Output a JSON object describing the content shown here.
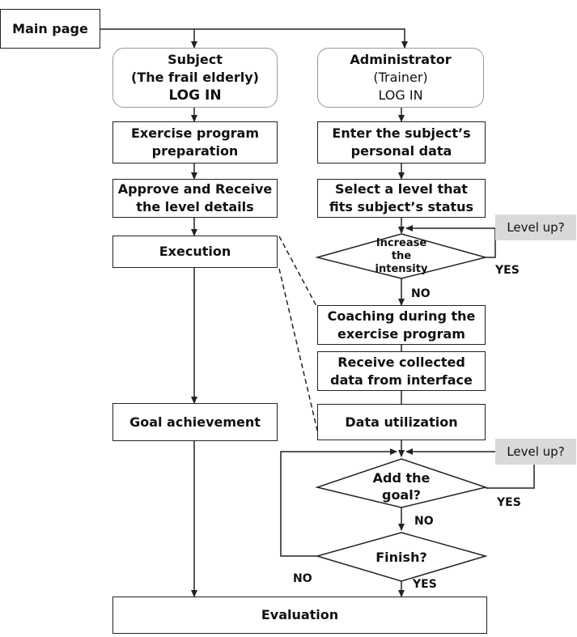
{
  "main_page": "Main page",
  "subject": {
    "line1": "Subject",
    "line2": "(The frail elderly)",
    "line3": "LOG IN"
  },
  "admin": {
    "line1": "Administrator",
    "line2": "(Trainer)",
    "line3": "LOG IN"
  },
  "left_steps": {
    "prep": [
      "Exercise program",
      "preparation"
    ],
    "approve": [
      "Approve and Receive",
      "the level details"
    ],
    "execution": "Execution",
    "goal": "Goal achievement"
  },
  "right_steps": {
    "enter": [
      "Enter the subject’s",
      "personal data"
    ],
    "select": [
      "Select a level that",
      "fits subject’s status"
    ],
    "coaching": [
      "Coaching during the",
      "exercise program"
    ],
    "receive": [
      "Receive collected",
      "data from interface"
    ],
    "data_util": "Data utilization"
  },
  "decisions": {
    "increase": [
      "Increase",
      "the",
      "intensity"
    ],
    "add_goal": [
      "Add the",
      "goal?"
    ],
    "finish": "Finish?"
  },
  "level_up_1": "Level up?",
  "level_up_2": "Level up?",
  "labels": {
    "yes_1": "YES",
    "no_1": "NO",
    "yes_2": "YES",
    "no_2": "NO",
    "no_3": "NO",
    "yes_3": "YES"
  },
  "evaluation": "Evaluation"
}
